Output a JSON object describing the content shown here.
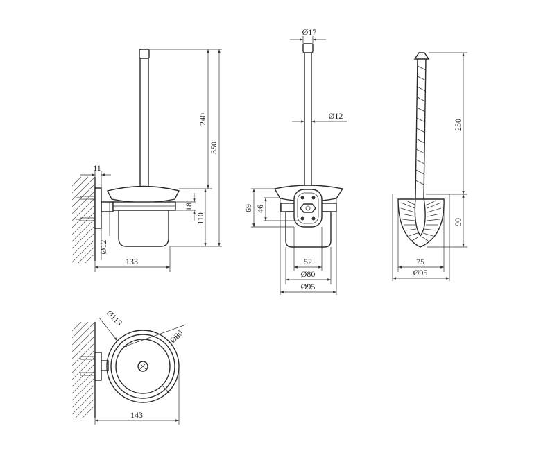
{
  "dimensions": {
    "side_wall_offset": "11",
    "side_rod_length": "240",
    "side_total_height": "350",
    "side_ring_height": "18",
    "side_cup_height": "110",
    "side_rod_diameter": "Ø12",
    "side_depth": "133",
    "front_knob_diameter": "Ø17",
    "front_rod_diameter": "Ø12",
    "front_height_69": "69",
    "front_height_46": "46",
    "front_width_52": "52",
    "front_diameter_80": "Ø80",
    "front_diameter_95": "Ø95",
    "brush_length": "250",
    "brush_head_height": "90",
    "brush_width": "75",
    "brush_diameter": "Ø95",
    "top_outer_diameter": "Ø115",
    "top_inner_diameter": "Ø80",
    "top_depth": "143"
  },
  "colors": {
    "line": "#2a2a2a",
    "background": "#ffffff"
  }
}
